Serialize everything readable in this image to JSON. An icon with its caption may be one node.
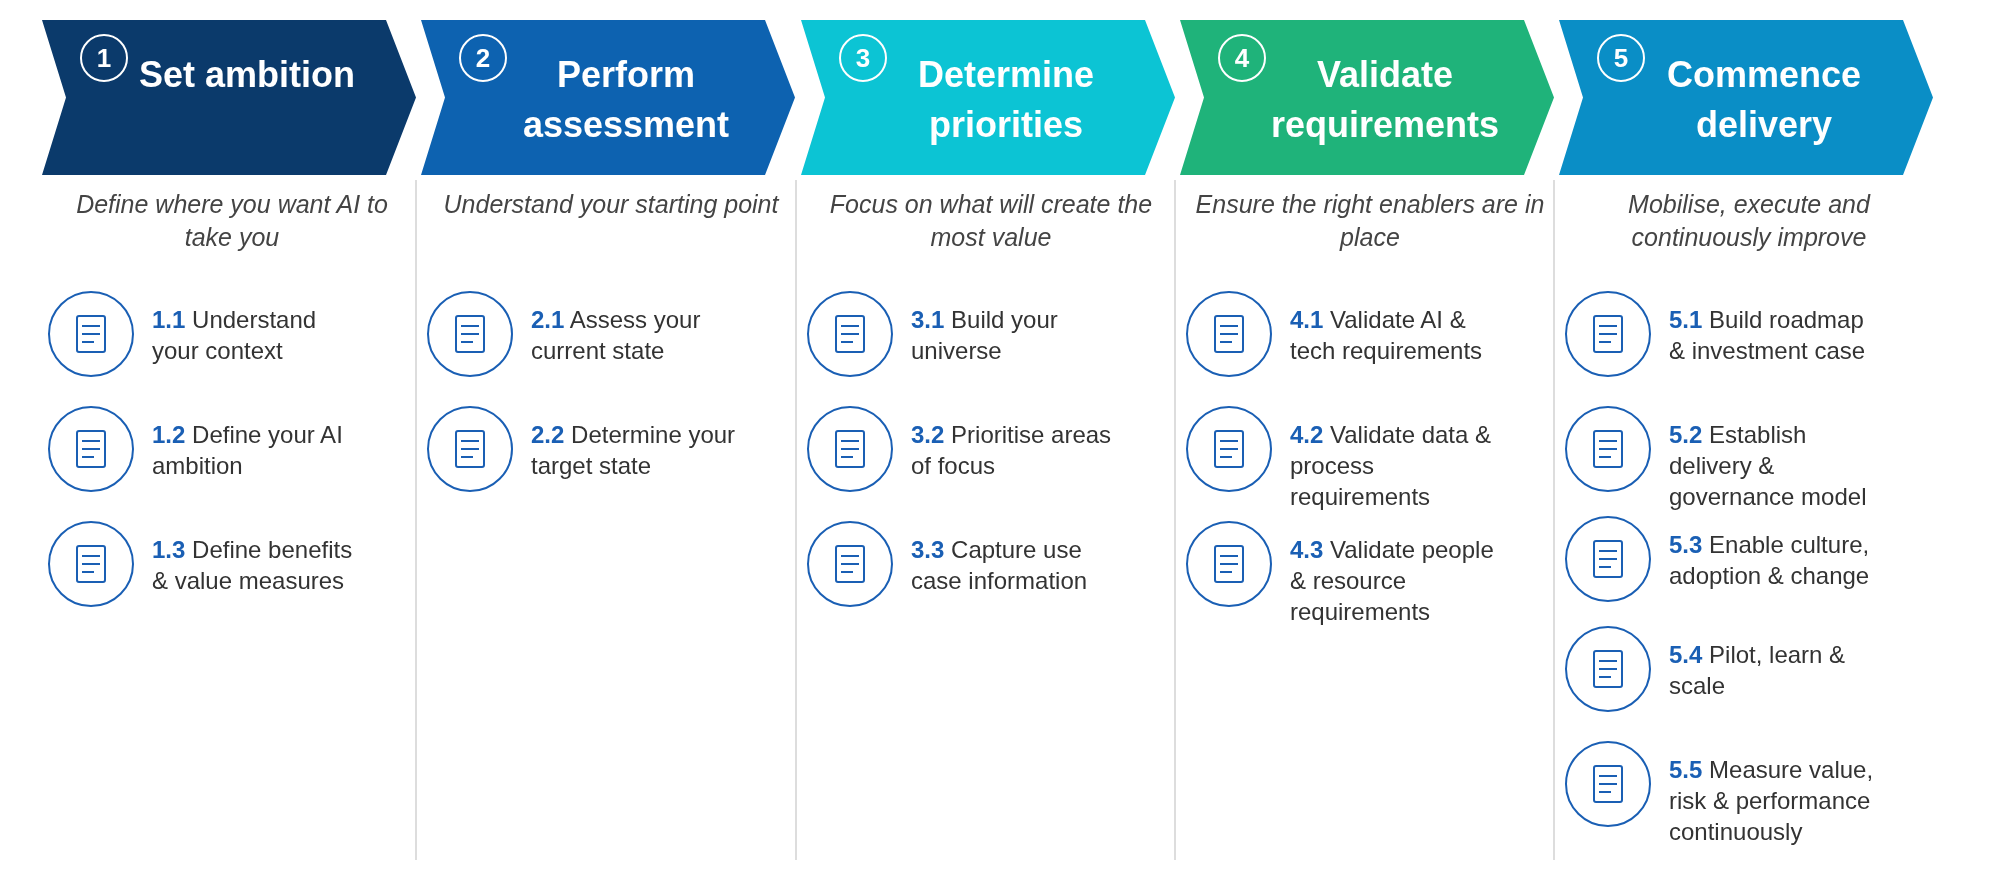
{
  "diagram": {
    "nodes": [
      {
        "text": [
          "Set ambition"
        ],
        "beside": [
          "Define where you want AI to take you"
        ]
      },
      {
        "text": [
          "1"
        ],
        "in": 0
      },
      {
        "text": [
          "Perform assessment"
        ],
        "beside": [
          "Understand your starting point"
        ]
      },
      {
        "text": [
          "2"
        ],
        "in": 2
      },
      {
        "text": [
          "Determine priorities"
        ],
        "beside": [
          "Focus on what will create the most value"
        ]
      },
      {
        "text": [
          "3"
        ],
        "in": 4
      },
      {
        "text": [
          "Validate requirements"
        ],
        "beside": [
          "Ensure the right enablers are in place"
        ]
      },
      {
        "text": [
          "4"
        ],
        "in": 6
      },
      {
        "text": [
          "Commence delivery"
        ],
        "beside": [
          "Mobilise, execute and continuously improve"
        ]
      },
      {
        "text": [
          "5"
        ],
        "in": 8
      }
    ],
    "labels": [
      "**1.1** Understand your context",
      "**1.2** Define your AI ambition",
      "**1.3** Define benefits & value measures",
      "**2.1** Assess your current state",
      "**2.2** Determine your target state",
      "**3.1** Build your universe",
      "**3.2** Prioritise areas of focus",
      "**3.3** Capture use case information",
      "**4.1** Validate AI & tech requirements",
      "**4.2** Validate data & process requirements",
      "**4.3** Validate people & resource requirements",
      "**5.1** Build roadmap & investment case",
      "**5.2** Establish delivery & governance model",
      "**5.3** Enable culture, adoption & change",
      "**5.4** Pilot, learn & scale",
      "**5.5** Measure value, risk & performance continuously"
    ]
  }
}
